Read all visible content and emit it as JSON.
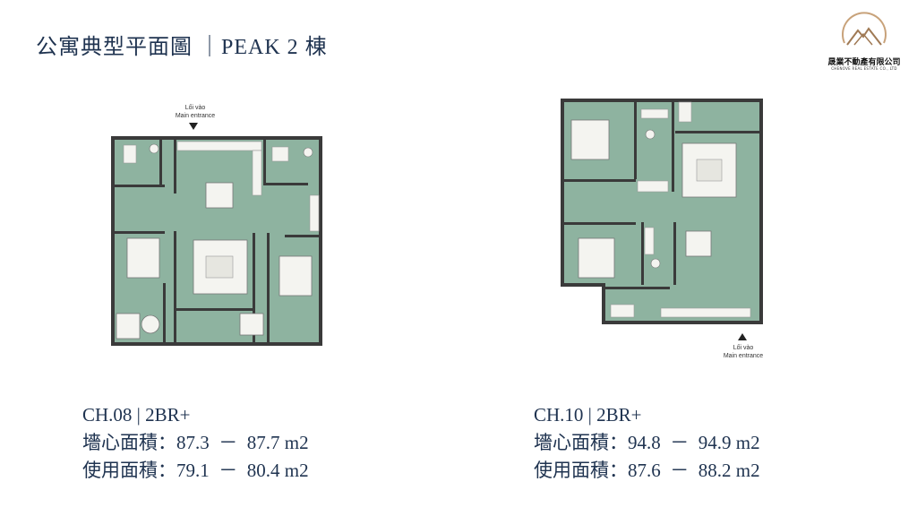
{
  "header": {
    "title": "公寓典型平面圖 ｜PEAK 2 棟"
  },
  "logo": {
    "name": "晟業不動產有限公司",
    "sub": "CHENOVE REAL ESTATE CO., LTD"
  },
  "units": [
    {
      "entrance_vi": "Lối vào",
      "entrance_en": "Main entrance",
      "code": "CH.08 | 2BR+",
      "wall_area": "墻心面積：87.3  －  87.7 m2",
      "usable_area": "使用面積：79.1  －  80.4 m2"
    },
    {
      "entrance_vi": "Lối vào",
      "entrance_en": "Main entrance",
      "code": "CH.10 | 2BR+",
      "wall_area": "墻心面積：94.8  －  94.9 m2",
      "usable_area": "使用面積：87.6  －  88.2 m2"
    }
  ],
  "colors": {
    "title": "#1f3350",
    "floor": "#8eb3a0",
    "wall": "#3a3a3a",
    "fixture": "#f4f4f0"
  }
}
